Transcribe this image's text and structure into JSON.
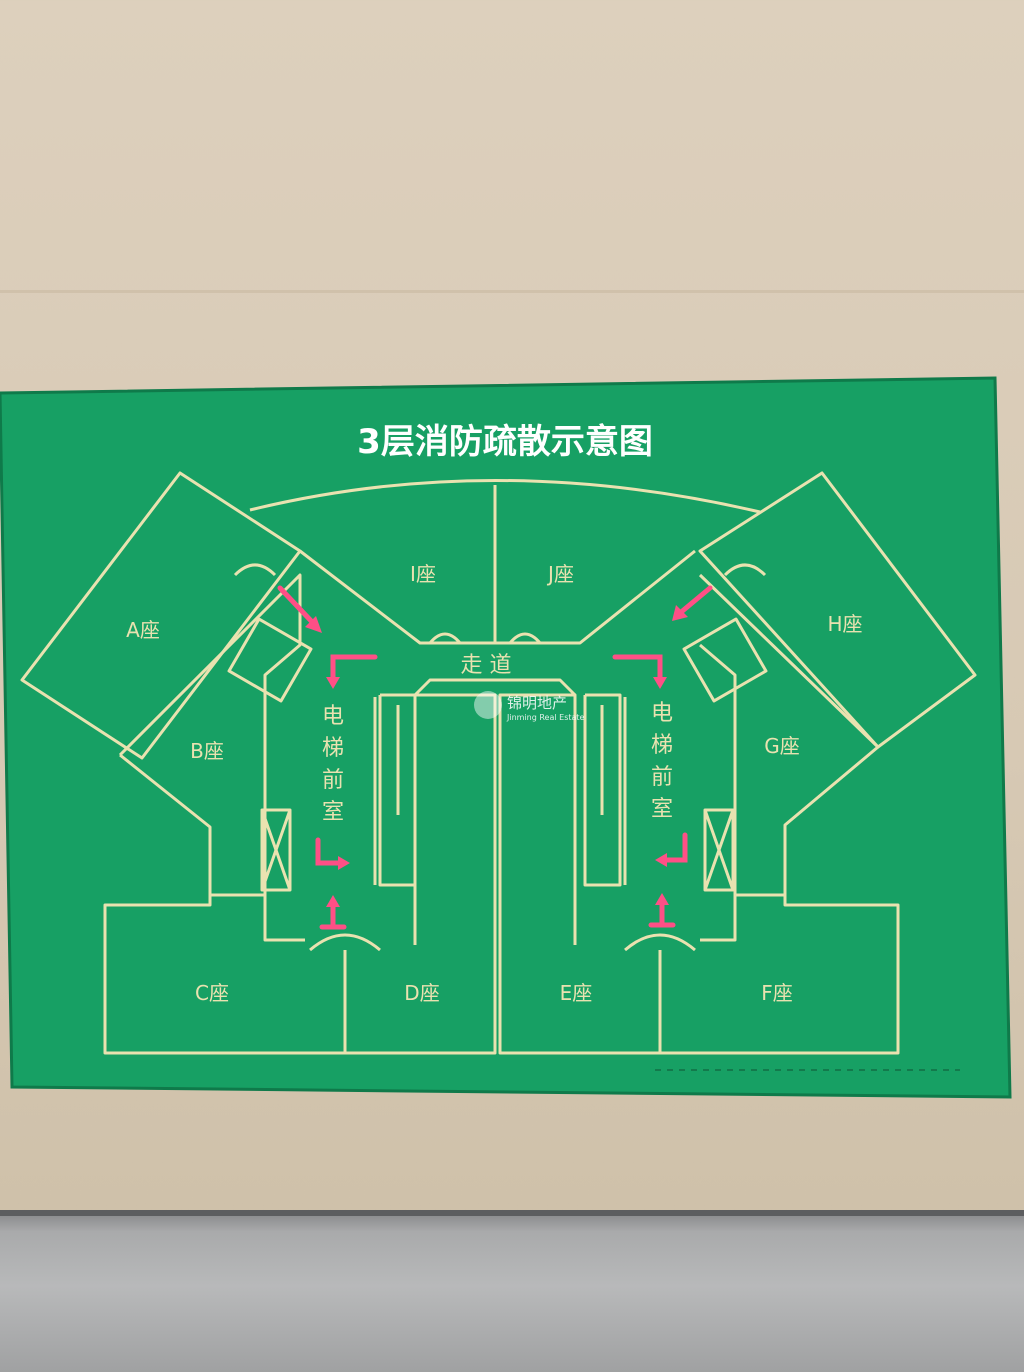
{
  "sign": {
    "title": "3层消防疏散示意图",
    "colors": {
      "board": "#17a064",
      "lines": "#e9e2b0",
      "arrows": "#ff4f86",
      "wall": "#d9ccb7"
    },
    "wings": {
      "a": "A座",
      "b": "B座",
      "c": "C座",
      "d": "D座",
      "e": "E座",
      "f": "F座",
      "g": "G座",
      "h": "H座",
      "i": "I座",
      "j": "J座"
    },
    "corridor": "走 道",
    "lobby_left": [
      "电",
      "梯",
      "前",
      "室"
    ],
    "lobby_right": [
      "电",
      "梯",
      "前",
      "室"
    ]
  },
  "watermark": {
    "name": "锦明地产",
    "english": "Jinming Real Estate"
  }
}
